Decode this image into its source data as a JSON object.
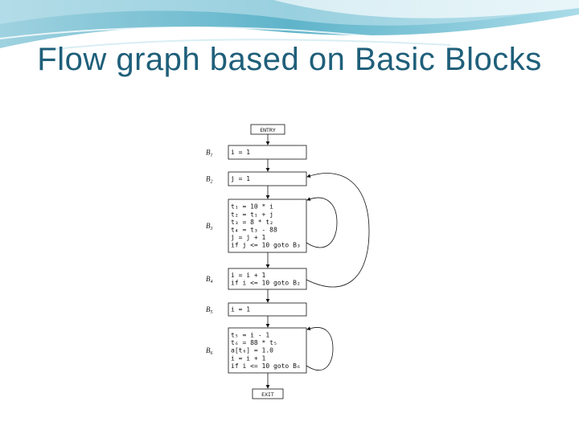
{
  "title": "Flow graph based on Basic Blocks",
  "colors": {
    "title": "#1f5f7a",
    "banner_dark": "#5aaec4",
    "banner_light": "#c8e6ef"
  },
  "entry_label": "ENTRY",
  "exit_label": "EXIT",
  "blocks": [
    {
      "name": "B",
      "sub": "1",
      "lines": [
        "i = 1"
      ]
    },
    {
      "name": "B",
      "sub": "2",
      "lines": [
        "j = 1"
      ]
    },
    {
      "name": "B",
      "sub": "3",
      "lines": [
        "t₁ = 10 * i",
        "t₂ = t₁ + j",
        "t₃ = 8 * t₂",
        "t₄ = t₃ - 88",
        "j = j + 1",
        "if j <= 10 goto B₃"
      ]
    },
    {
      "name": "B",
      "sub": "4",
      "lines": [
        "i = i + 1",
        "if i <= 10 goto B₂"
      ]
    },
    {
      "name": "B",
      "sub": "5",
      "lines": [
        "i = 1"
      ]
    },
    {
      "name": "B",
      "sub": "6",
      "lines": [
        "t₅ = i - 1",
        "t₆ = 88 * t₅",
        "a[t₆] = 1.0",
        "i = i + 1",
        "if i <= 10 goto B₆"
      ]
    }
  ]
}
